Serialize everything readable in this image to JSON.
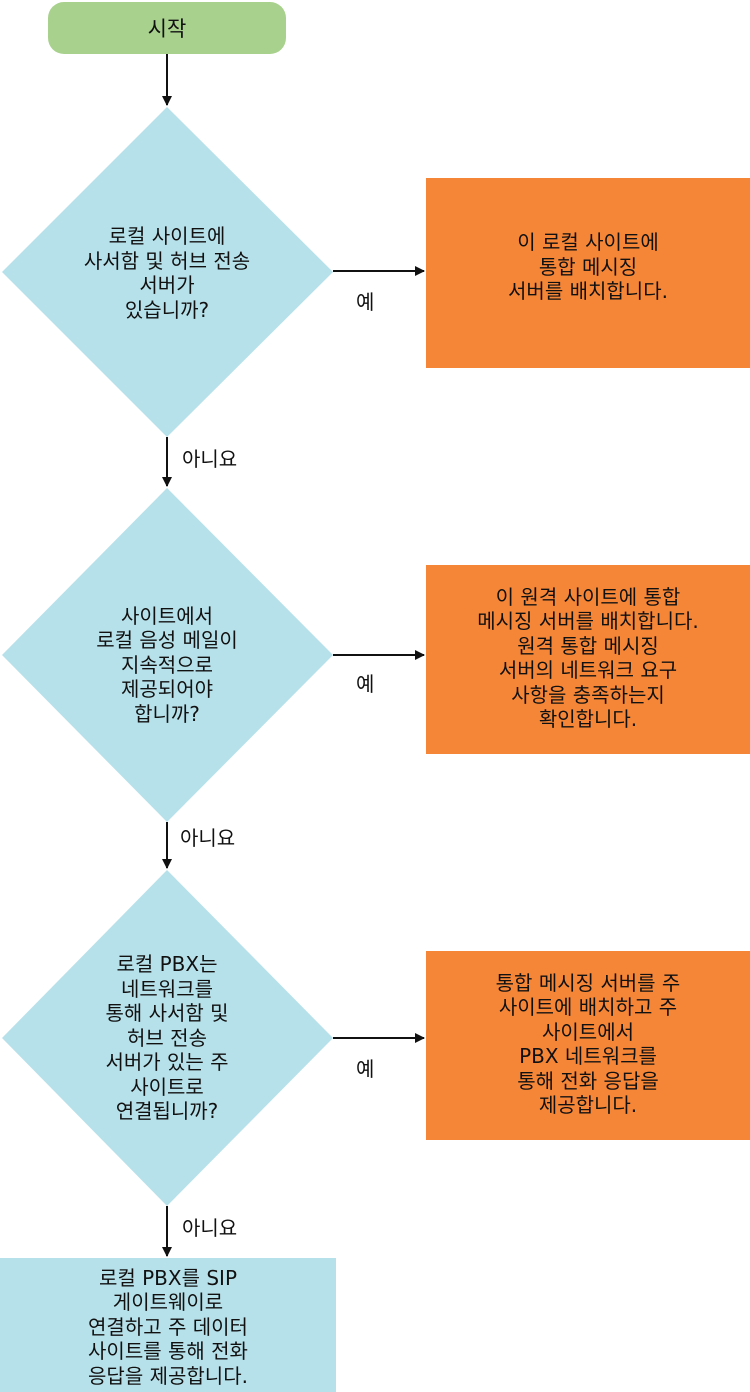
{
  "colors": {
    "start": "#a9d18e",
    "decision": "#b7e1ea",
    "action": "#f58638",
    "final": "#b7e1ea",
    "line": "#111111"
  },
  "start": {
    "label": "시작"
  },
  "decisions": [
    {
      "lines": [
        "로컬 사이트에",
        "사서함 및 허브 전송",
        "서버가",
        "있습니까?"
      ]
    },
    {
      "lines": [
        "사이트에서",
        "로컬 음성 메일이",
        "지속적으로",
        "제공되어야",
        "합니까?"
      ]
    },
    {
      "lines": [
        "로컬 PBX는",
        "네트워크를",
        "통해 사서함 및",
        "허브 전송",
        "서버가 있는 주",
        "사이트로",
        "연결됩니까?"
      ]
    }
  ],
  "actions": [
    {
      "lines": [
        "이 로컬 사이트에",
        "통합 메시징",
        "서버를 배치합니다."
      ]
    },
    {
      "lines": [
        "이 원격 사이트에 통합",
        "메시징 서버를 배치합니다.",
        "원격 통합 메시징",
        "서버의 네트워크 요구",
        "사항을 충족하는지",
        "확인합니다."
      ]
    },
    {
      "lines": [
        "통합 메시징 서버를 주",
        "사이트에 배치하고 주",
        "사이트에서",
        "PBX 네트워크를",
        "통해 전화 응답을",
        "제공합니다."
      ]
    }
  ],
  "final": {
    "lines": [
      "로컬 PBX를 SIP",
      "게이트웨이로",
      "연결하고 주 데이터",
      "사이트를 통해 전화",
      "응답을 제공합니다."
    ]
  },
  "edge_labels": {
    "yes": "예",
    "no": "아니요"
  }
}
